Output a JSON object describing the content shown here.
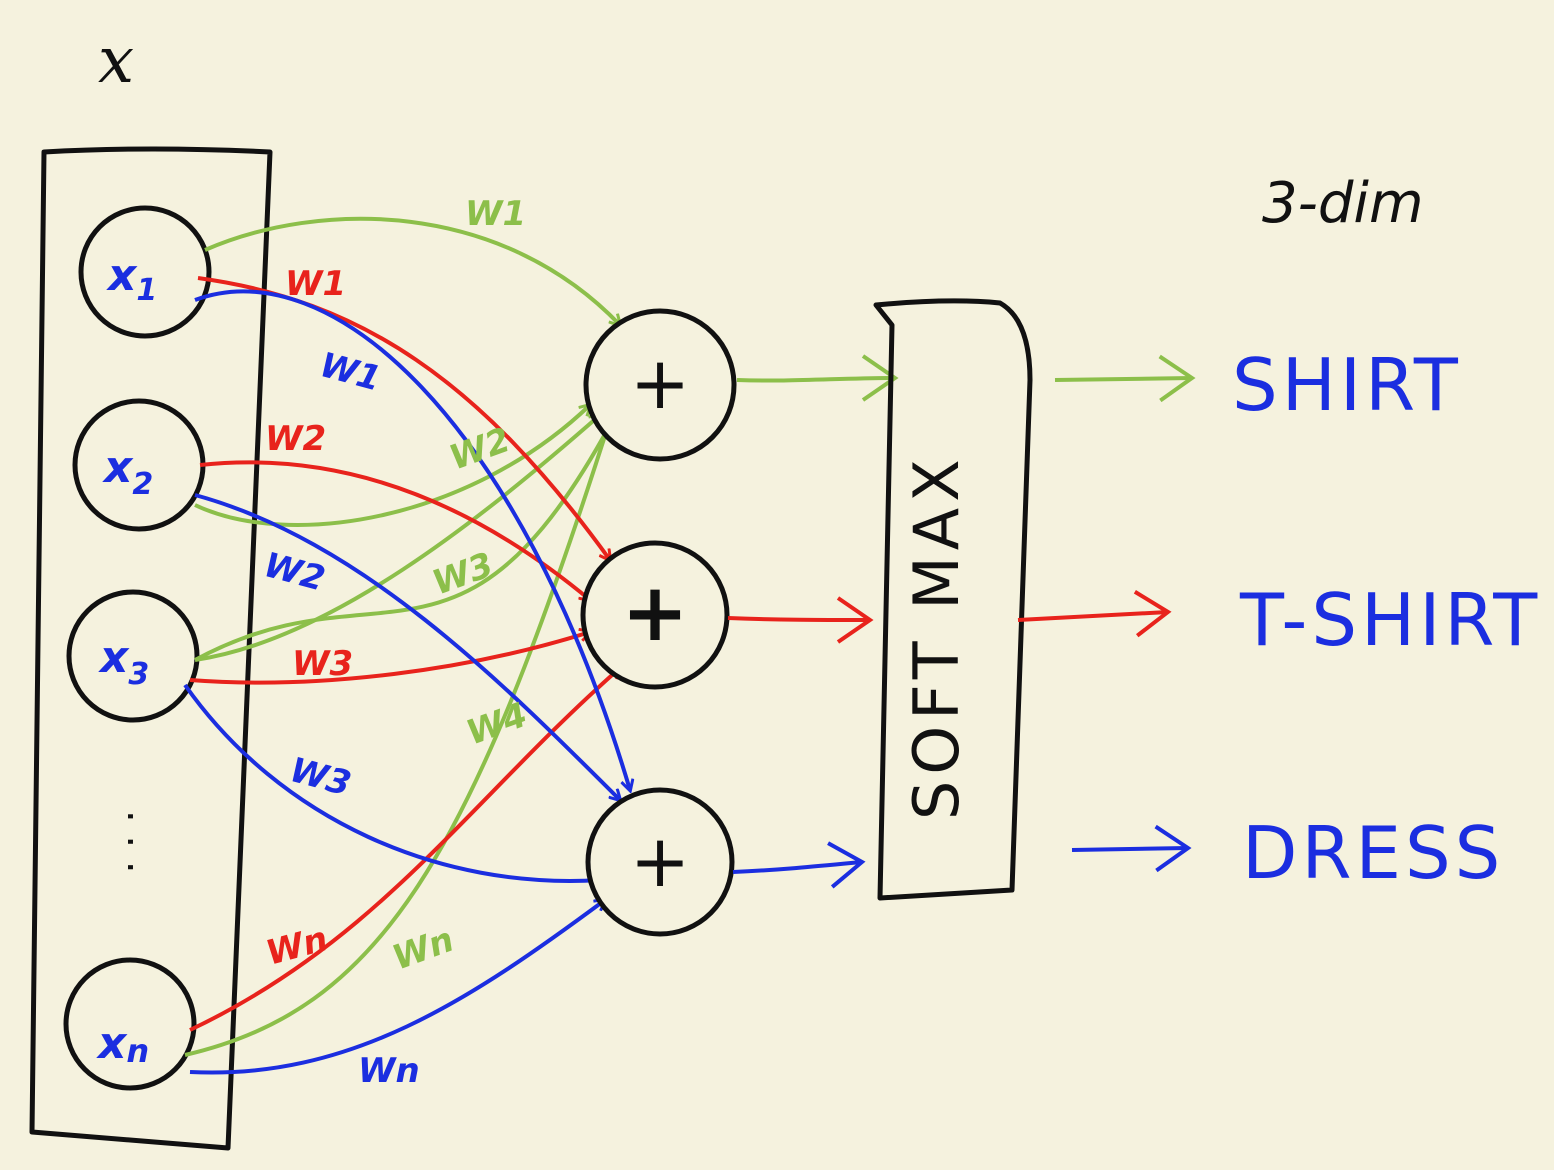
{
  "vector_label": "x",
  "inputs": [
    "x1",
    "x2",
    "x3",
    "xn"
  ],
  "input_nodes": [
    {
      "name": "x",
      "sub": "1"
    },
    {
      "name": "x",
      "sub": "2"
    },
    {
      "name": "x",
      "sub": "3"
    },
    {
      "name": "x",
      "sub": "n"
    }
  ],
  "ellipsis": ". . .",
  "sum_symbol": "+",
  "softmax_label": "SOFT MAX",
  "dim_label": "3-dim",
  "outputs": [
    "SHIRT",
    "T-SHIRT",
    "DRESS"
  ],
  "colors": {
    "background": "#f5f2de",
    "ink": "#111111",
    "green": "#8cbf4a",
    "red": "#e8231c",
    "blue": "#1b2ee0"
  },
  "weights": {
    "green": [
      "W1",
      "W2",
      "W3",
      "W4",
      "Wn"
    ],
    "red": [
      "W1",
      "W2",
      "W3",
      "Wn"
    ],
    "blue": [
      "W1",
      "W2",
      "W3",
      "Wn"
    ]
  }
}
